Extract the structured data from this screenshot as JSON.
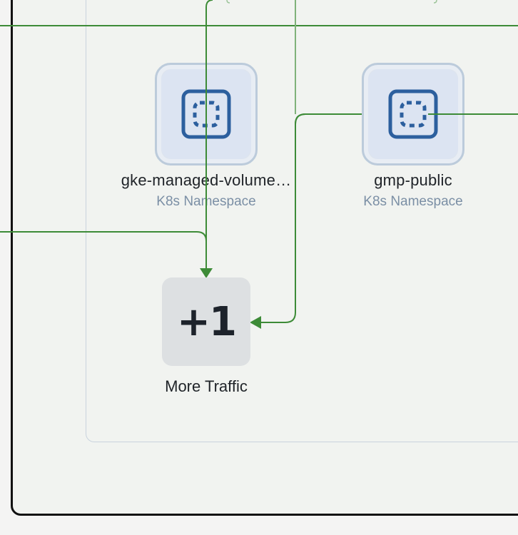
{
  "nodes": [
    {
      "name": "gke-managed-volume…",
      "type": "K8s Namespace",
      "icon": "namespace-icon"
    },
    {
      "name": "gmp-public",
      "type": "K8s Namespace",
      "icon": "namespace-icon"
    }
  ],
  "more": {
    "count_label": "+1",
    "label": "More Traffic"
  },
  "colors": {
    "edge": "#3d8b37",
    "edge_light": "#7fb27a",
    "frame": "#111111",
    "group_border": "#c9d3de",
    "icon": "#2c5f9e"
  }
}
